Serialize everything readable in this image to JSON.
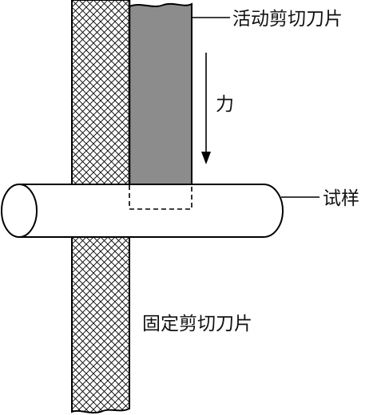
{
  "labels": {
    "moving_blade": "活动剪切刀片",
    "force": "力",
    "specimen": "试样",
    "fixed_blade": "固定剪切刀片"
  },
  "colors": {
    "moving_blade_fill": "#8c8c8c",
    "outline": "#000000",
    "background": "#ffffff"
  },
  "icons": {
    "force_arrow": "down-arrow-icon"
  }
}
